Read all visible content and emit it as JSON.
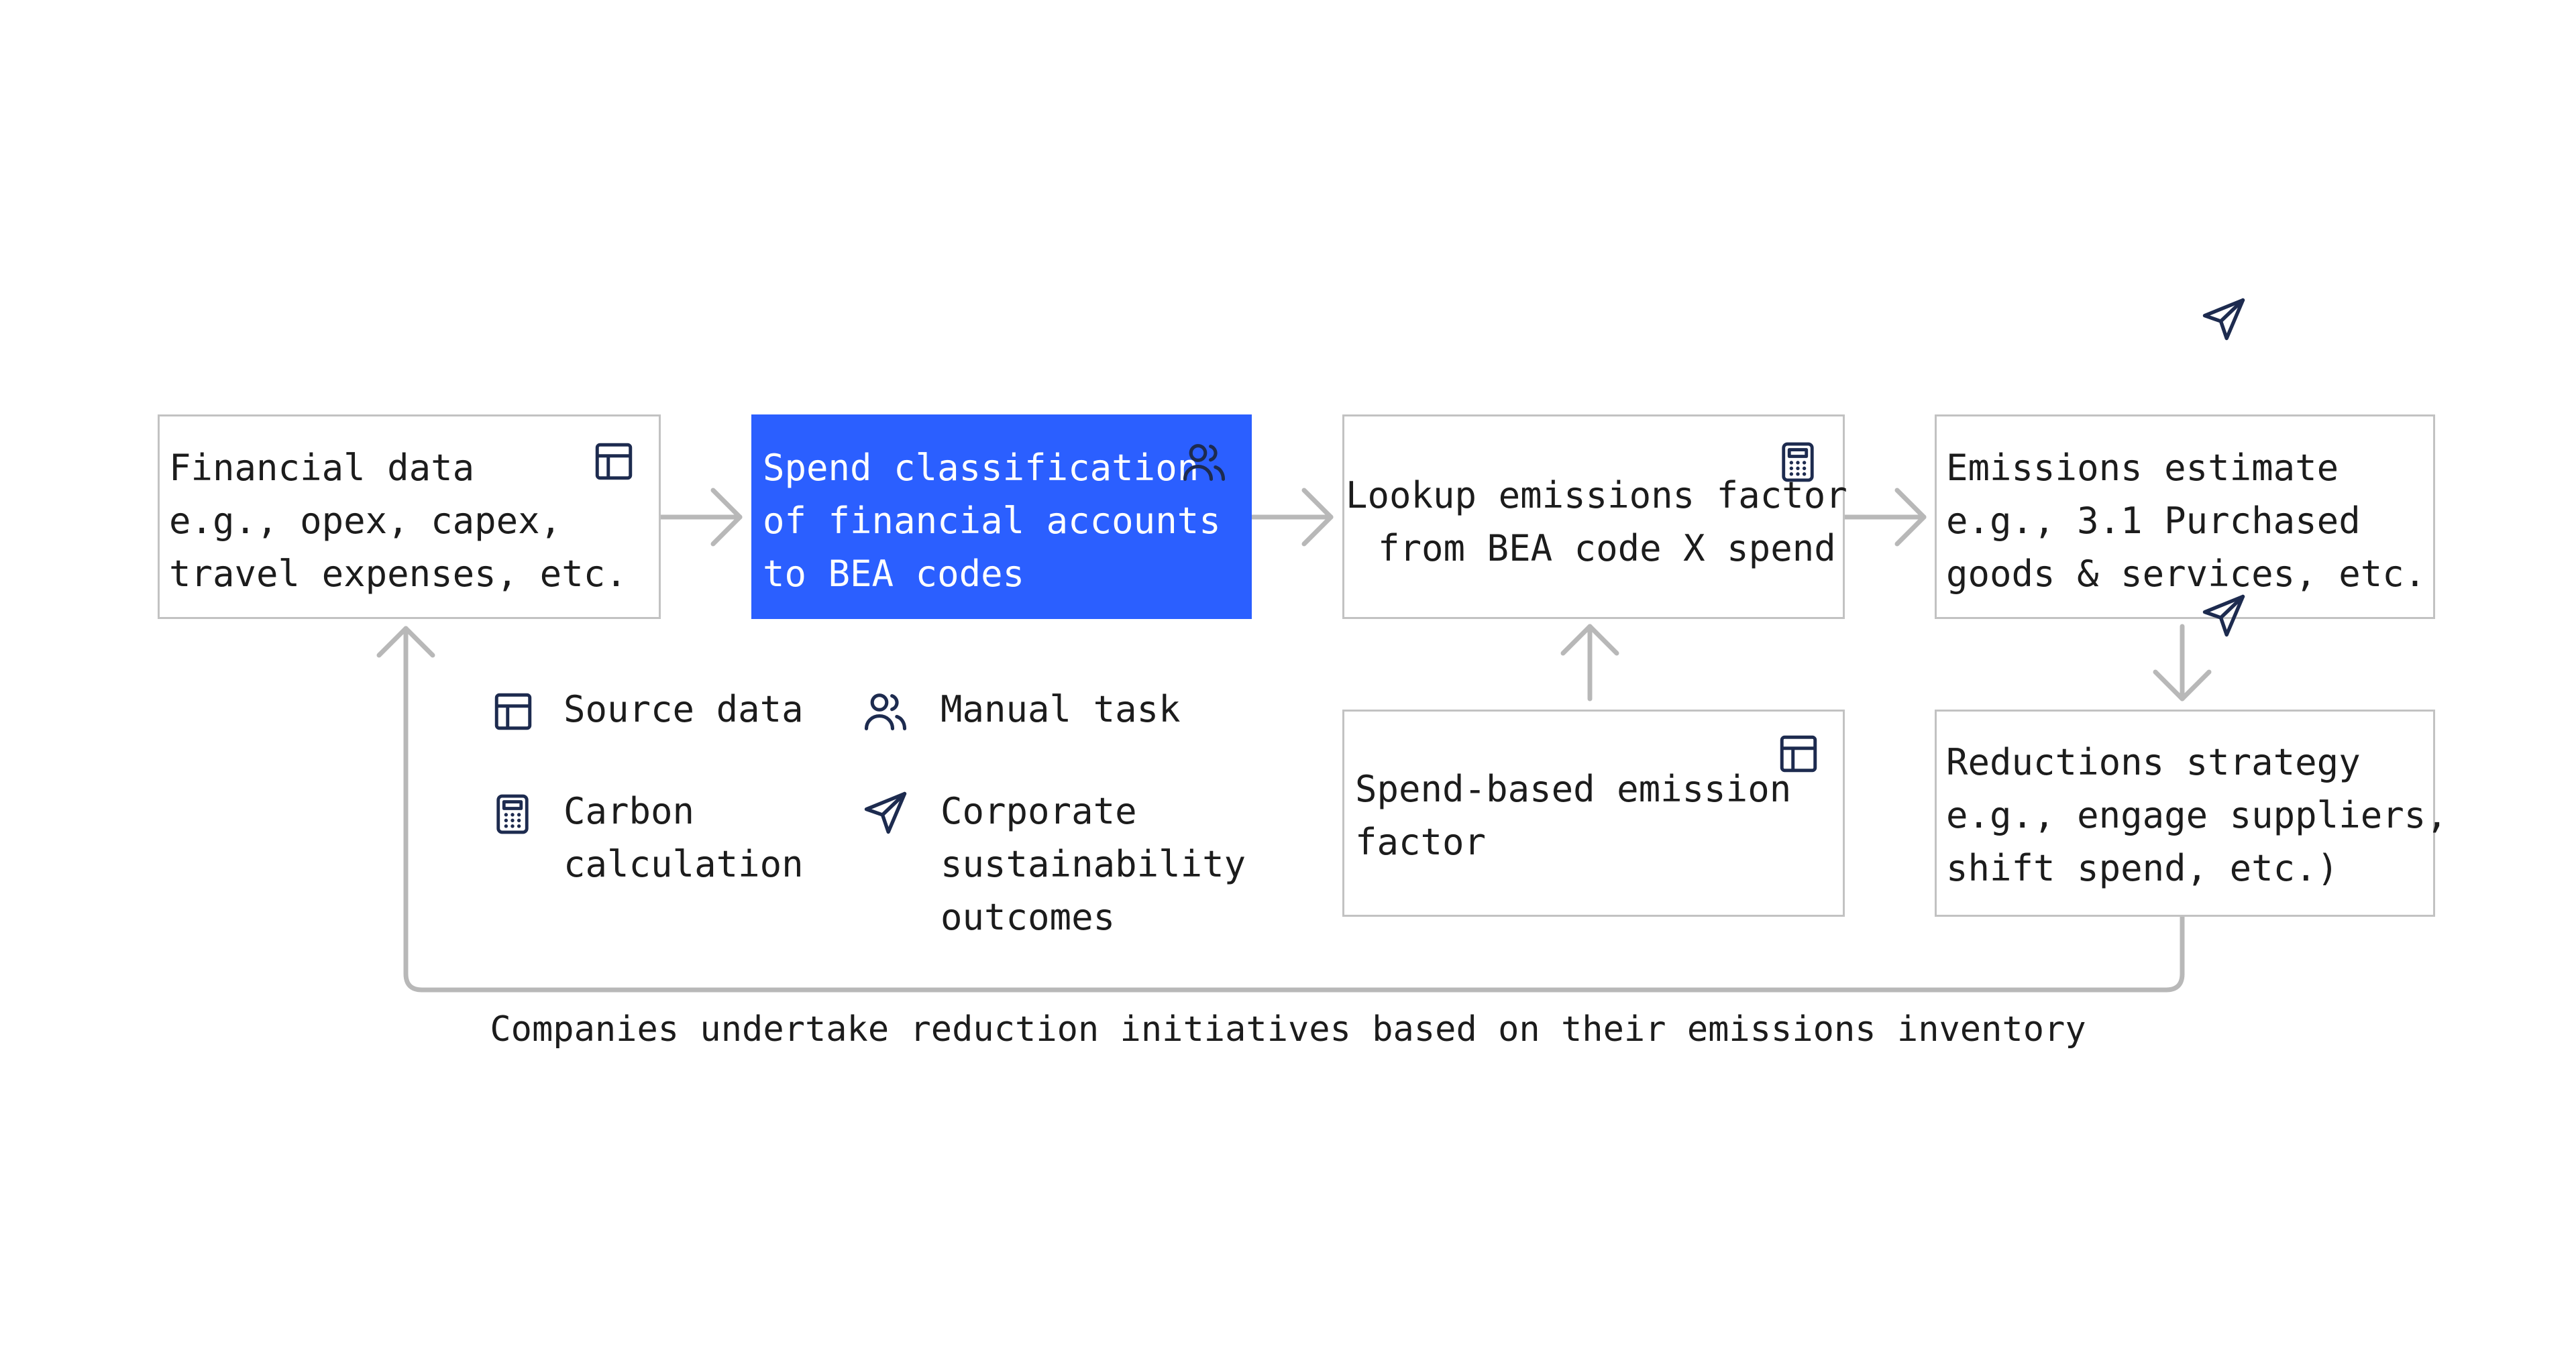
{
  "nodes": {
    "financial_data": {
      "line1": "Financial data",
      "line2": "e.g., opex, capex,",
      "line3": "travel expenses, etc.",
      "icon": "table-icon"
    },
    "spend_classification": {
      "line1": "Spend classification",
      "line2": "of financial accounts",
      "line3": "to BEA codes",
      "icon": "users-icon"
    },
    "lookup_factor": {
      "line1": "Lookup emissions factor",
      "line2": "from BEA code X spend",
      "icon": "calculator-icon"
    },
    "emissions_estimate": {
      "line1": "Emissions estimate",
      "line2": "e.g., 3.1 Purchased",
      "line3": "goods & services, etc.",
      "icon": "send-icon"
    },
    "spend_factor": {
      "line1": "Spend-based emission",
      "line2": "factor",
      "icon": "table-icon"
    },
    "reductions": {
      "line1": "Reductions strategy",
      "line2": "e.g., engage suppliers,",
      "line3": "shift spend, etc.)"
    }
  },
  "legend": {
    "source": {
      "label": "Source data",
      "icon": "table-icon"
    },
    "manual": {
      "label": "Manual task",
      "icon": "users-icon"
    },
    "carbon": {
      "line1": "Carbon",
      "line2": "calculation",
      "icon": "calculator-icon"
    },
    "corporate": {
      "line1": "Corporate",
      "line2": "sustainability",
      "line3": "outcomes",
      "icon": "send-icon"
    }
  },
  "caption": "Companies undertake reduction initiatives based on their emissions inventory",
  "colors": {
    "accent": "#2b5fff",
    "border": "#c2c2c2",
    "connector": "#b8b8b8",
    "icon": "#1d2b4f",
    "text": "#1c1c1c"
  }
}
